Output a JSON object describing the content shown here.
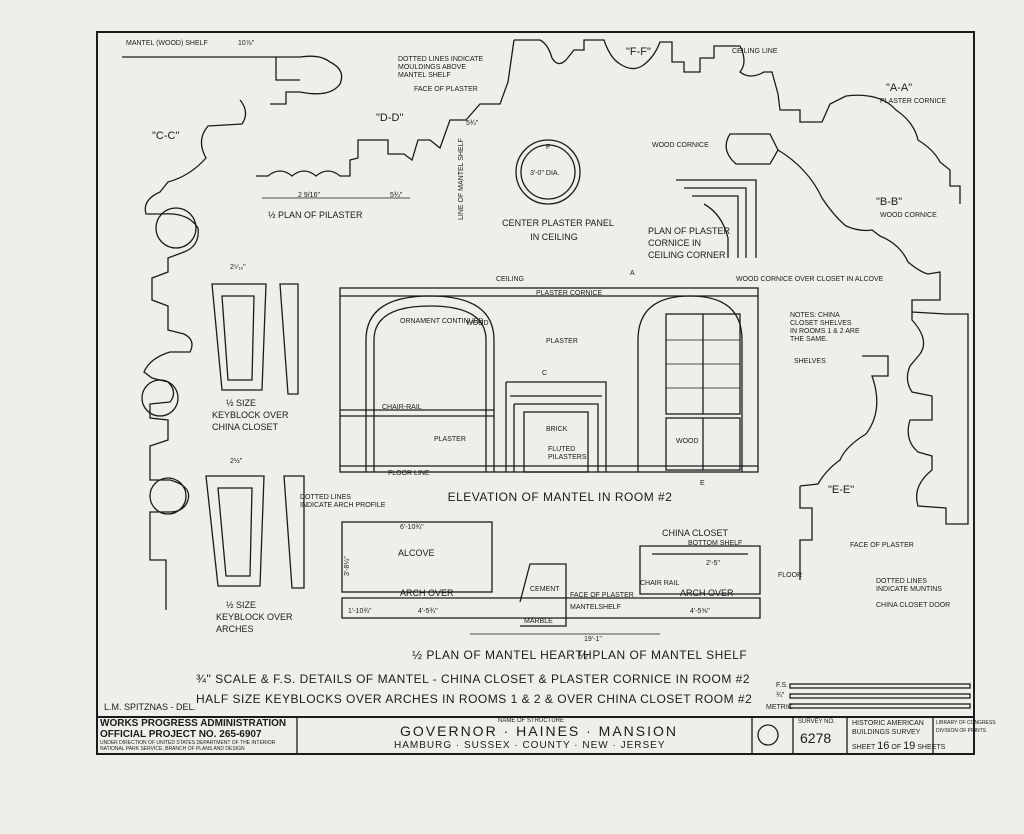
{
  "colors": {
    "paper": "#efeeea",
    "ink": "#1b1b1b"
  },
  "labels": {
    "mantel_shelf": "MANTEL (WOOD) SHELF",
    "mantel_shelf_dim": "10⅞\"",
    "dotted_lines_mouldings": "DOTTED LINES INDICATE MOULDINGS ABOVE MANTEL SHELF",
    "face_of_plaster_top": "FACE OF PLASTER",
    "ff": "\"F-F\"",
    "ceiling_line": "CEILING LINE",
    "aa": "\"A-A\"",
    "plaster_cornice": "PLASTER CORNICE",
    "cc": "\"C-C\"",
    "dd": "\"D-D\"",
    "dim_5_3_4": "5¾\"",
    "line_of_mantel_shelf": "LINE OF MANTEL SHELF",
    "dim_2_9_16": "2 9/16\"",
    "dim_5_3_4b": "5¾\"",
    "half_plan_pilaster": "½ PLAN OF PILASTER",
    "wood_cornice": "WOOD CORNICE",
    "bb": "\"B-B\"",
    "wood_cornice_b": "WOOD CORNICE",
    "center_panel": "CENTER PLASTER PANEL",
    "in_ceiling": "IN CEILING",
    "panel_dia": "3'-0\" DIA.",
    "panel_f": "F",
    "plan_cornice_1": "PLAN OF PLASTER",
    "plan_cornice_2": "CORNICE IN",
    "plan_cornice_3": "CEILING CORNER",
    "keyblock_w1": "2⁵⁄₁₆\"",
    "keyblock_half_1": "½ SIZE",
    "keyblock_over_closet_1": "KEYBLOCK OVER",
    "keyblock_over_closet_2": "CHINA CLOSET",
    "keyblock_w2": "2½\"",
    "dotted_arch_1": "DOTTED LINES",
    "dotted_arch_2": "INDICATE ARCH PROFILE",
    "keyblock_half_2": "½ SIZE",
    "keyblock_arches_1": "KEYBLOCK OVER",
    "keyblock_arches_2": "ARCHES",
    "ceiling": "CEILING",
    "plaster_cornice_elev": "PLASTER CORNICE",
    "wood_cornice_closet": "WOOD CORNICE OVER CLOSET IN ALCOVE",
    "ornament": "ORNAMENT CONTINUED",
    "wood": "WOOD",
    "plaster_upper": "PLASTER",
    "chair_rail": "CHAIR-RAIL",
    "plaster_lower": "PLASTER",
    "brick": "BRICK",
    "fluted_pilasters": "FLUTED PILASTERS",
    "wood_door": "WOOD",
    "floor_line": "FLOOR LINE",
    "notes": "NOTES: CHINA CLOSET SHELVES IN ROOMS 1 & 2 ARE THE SAME.",
    "shelves": "SHELVES",
    "elevation_title": "ELEVATION OF MANTEL IN ROOM #2",
    "section_a": "A",
    "section_c": "C",
    "section_e": "E",
    "ee": "\"E-E\"",
    "face_of_plaster_right": "FACE OF PLASTER",
    "floor_right": "FLOOR",
    "dotted_muntins_1": "DOTTED LINES",
    "dotted_muntins_2": "INDICATE MUNTINS",
    "closet_door": "CHINA CLOSET DOOR",
    "alcove_dim": "6'-10¾\"",
    "alcove": "ALCOVE",
    "alcove_depth": "3'-8¼\"",
    "arch_over_l": "ARCH OVER",
    "dim_1_10": "1'-10¾\"",
    "dim_4_5": "4'-5¾\"",
    "cement": "CEMENT",
    "face_of_plaster_plan": "FACE OF PLASTER",
    "mantel_shelf_plan": "MANTELSHELF",
    "marble": "MARBLE",
    "dim_19_1": "19'-1\"",
    "china_closet": "CHINA CLOSET",
    "bottom_shelf": "BOTTOM SHELF",
    "chair_rail_plan": "CHAIR RAIL",
    "dim_2_5": "2'-5\"",
    "arch_over_r": "ARCH OVER",
    "dim_4_5r": "4'-5⅝\"",
    "half_plan_hearth": "½ PLAN OF MANTEL HEARTH",
    "half_plan_shelf": "½ PLAN OF MANTEL SHELF",
    "main_title_1": "¾\" SCALE & F.S. DETAILS OF MANTEL - CHINA CLOSET & PLASTER CORNICE IN ROOM #2",
    "main_title_2": "HALF SIZE KEYBLOCKS OVER ARCHES IN ROOMS 1 & 2 & OVER CHINA CLOSET ROOM #2",
    "delineator": "L.M. SPITZNAS - DEL.",
    "scale_fs": "F.S.",
    "scale_quarter": "¾\"",
    "scale_metric": "METRIC"
  },
  "title_block": {
    "wpa_1": "WORKS PROGRESS ADMINISTRATION",
    "wpa_2": "OFFICIAL PROJECT NO. 265-6907",
    "wpa_3": "UNDER DIRECTION OF UNITED STATES DEPARTMENT OF THE INTERIOR",
    "wpa_4": "NATIONAL PARK SERVICE, BRANCH OF PLANS AND DESIGN",
    "name_caption": "NAME OF STRUCTURE",
    "structure_name": "GOVERNOR · HAINES · MANSION",
    "location": "HAMBURG · SUSSEX · COUNTY · NEW · JERSEY",
    "survey_label": "SURVEY NO.",
    "survey_no": "6278",
    "habs_1": "HISTORIC AMERICAN",
    "habs_2": "BUILDINGS SURVEY",
    "sheet_label": "SHEET",
    "sheet_no": "16",
    "sheet_of": "OF",
    "sheet_total": "19",
    "sheets": "SHEETS",
    "library_1": "LIBRARY OF CONGRESS",
    "library_2": "DIVISION OF PRINTS"
  }
}
